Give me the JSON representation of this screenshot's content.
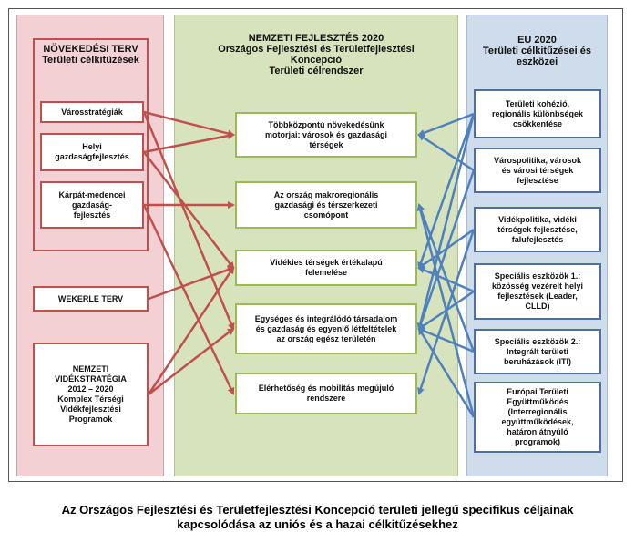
{
  "columns": {
    "left": {
      "title": "NÖVEKEDÉSI TERV\nTerületi célkitűzések"
    },
    "middle": {
      "title": "NEMZETI FEJLESZTÉS  2020\nOrszágos Fejlesztési és Területfejlesztési\nKoncepció\nTerületi célrendszer"
    },
    "right": {
      "title": "EU 2020\nTerületi célkitűzései és\neszközei"
    }
  },
  "left_boxes": [
    "Városstratégiák",
    "Helyi\ngazdaságfejlesztés",
    "Kárpát-medencei\ngazdaság-\nfejlesztés",
    "WEKERLE  TERV",
    "NEMZETI\nVIDÉKSTRATÉGIA\n2012 – 2020\nKomplex Térségi\nVidékfejlesztési\nProgramok"
  ],
  "middle_boxes": [
    "Többközpontú  növekedésünk\nmotorjai:  városok  és  gazdasági\ntérségek",
    "Az  ország  makroregionális\ngazdasági  és  térszerkezeti\ncsomópont",
    "Vidékies  térségek  értékalapú\nfelemelése",
    "Egységes  és  integrálódó  társadalom\nés gazdaság és egyenlő létfeltételek\naz ország egész területén",
    "Elérhetőség  és  mobilitás  megújuló\nrendszere"
  ],
  "right_boxes": [
    "Területi  kohézió,\nregionális  különbségek\ncsökkentése",
    "Várospolitika,  városok\nés városi  térségek\nfejlesztése",
    "Vidékpolitika,  vidéki\ntérségek fejlesztése,\nfalufejlesztés",
    "Speciális  eszközök 1.:\nközösség  vezérelt helyi\nfejlesztések  (Leader,\nCLLD)",
    "Speciális  eszközök 2.:\nIntegrált  területi\nberuházások  (ITI)",
    "Európai  Területi\nEgyüttműködés\n(Interregionális\negyüttműködések,\nhatáron  átnyúló\nprogramok)"
  ],
  "caption": "Az Országos Fejlesztési és Területfejlesztési Koncepció területi jellegű specifikus céljainak\nkapcsolódása az uniós és a hazai célkitűzésekhez",
  "colors": {
    "red_arrow": "#c0504d",
    "blue_arrow": "#4f81bd",
    "green_border": "#9bbb59"
  },
  "connections": {
    "left_to_middle": [
      [
        0,
        0
      ],
      [
        0,
        3
      ],
      [
        1,
        0
      ],
      [
        1,
        2
      ],
      [
        2,
        1
      ],
      [
        2,
        4
      ],
      [
        3,
        2
      ],
      [
        4,
        2
      ],
      [
        4,
        3
      ]
    ],
    "right_to_middle": [
      [
        0,
        0
      ],
      [
        0,
        2
      ],
      [
        0,
        3
      ],
      [
        1,
        0
      ],
      [
        1,
        3
      ],
      [
        2,
        2
      ],
      [
        2,
        4
      ],
      [
        3,
        2
      ],
      [
        3,
        3
      ],
      [
        4,
        1
      ],
      [
        4,
        3
      ],
      [
        5,
        1
      ],
      [
        5,
        3
      ]
    ]
  }
}
